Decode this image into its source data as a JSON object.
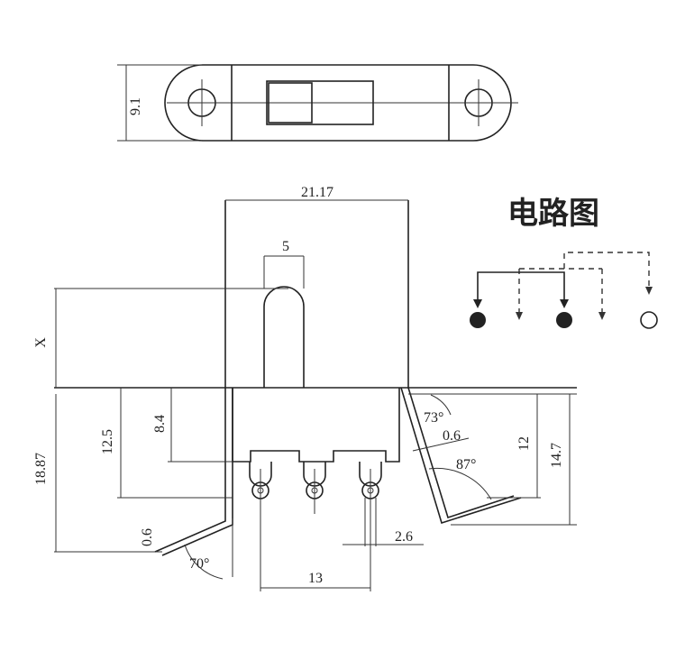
{
  "top_view": {
    "width_dim": "9.1"
  },
  "front_view": {
    "overall_width": "21.17",
    "actuator_width": "5",
    "actuator_height": "X",
    "total_height": "18.87",
    "body_height": "12.5",
    "terminal_offset": "8.4",
    "pin_pitch_total": "13",
    "pin_spacing": "2.6",
    "bracket_thickness_left": "0.6",
    "bracket_angle_left": "70°",
    "bracket_thickness_right": "0.6",
    "bracket_angle_upper": "73°",
    "bracket_angle_lower": "87°",
    "bracket_height_inner": "12",
    "bracket_height_outer": "14.7"
  },
  "circuit": {
    "title": "电路图"
  }
}
